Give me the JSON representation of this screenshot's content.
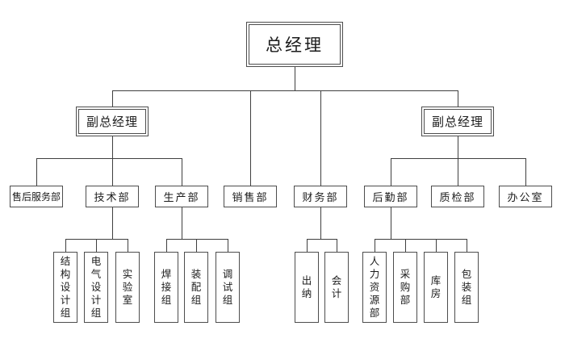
{
  "org": {
    "root": {
      "label": "总经理"
    },
    "deputies": [
      {
        "label": "副总经理"
      },
      {
        "label": "副总经理"
      }
    ],
    "departments": [
      {
        "label": "售后服务部",
        "children": []
      },
      {
        "label": "技术部",
        "children": [
          {
            "label": "结构设计组"
          },
          {
            "label": "电气设计组"
          },
          {
            "label": "实验室"
          }
        ]
      },
      {
        "label": "生产部",
        "children": [
          {
            "label": "焊接组"
          },
          {
            "label": "装配组"
          },
          {
            "label": "调试组"
          }
        ]
      },
      {
        "label": "销售部",
        "children": []
      },
      {
        "label": "财务部",
        "children": [
          {
            "label": "出纳"
          },
          {
            "label": "会计"
          }
        ]
      },
      {
        "label": "后勤部",
        "children": [
          {
            "label": "人力资源部"
          },
          {
            "label": "采购部"
          },
          {
            "label": "库房"
          },
          {
            "label": "包装组"
          }
        ]
      },
      {
        "label": "质检部",
        "children": []
      },
      {
        "label": "办公室",
        "children": []
      }
    ],
    "colors": {
      "background": "#ffffff",
      "line": "#3f3f3f",
      "border": "#4d4d4d",
      "text": "#1c1c1c"
    }
  }
}
